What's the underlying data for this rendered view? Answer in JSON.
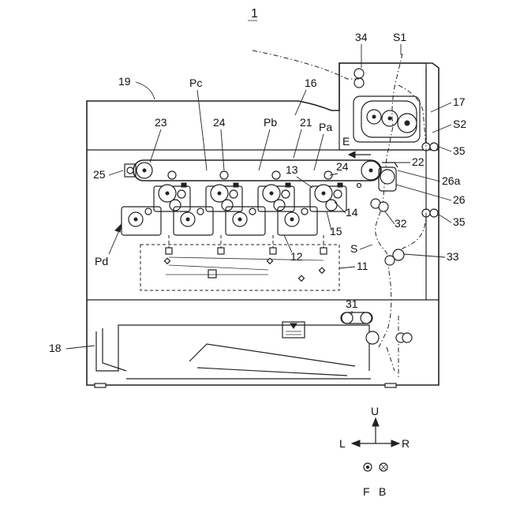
{
  "figure": {
    "number": "1"
  },
  "labels": {
    "l34": "34",
    "lS1": "S1",
    "l19": "19",
    "lPc": "Pc",
    "l16": "16",
    "l17": "17",
    "lS2": "S2",
    "l23": "23",
    "l24a": "24",
    "lPb": "Pb",
    "l21": "21",
    "lPa": "Pa",
    "lE": "E",
    "l35a": "35",
    "l25": "25",
    "l13": "13",
    "l24b": "24",
    "l22": "22",
    "l26a": "26a",
    "l26": "26",
    "l14": "14",
    "l32": "32",
    "l35b": "35",
    "l15": "15",
    "lPd": "Pd",
    "l12": "12",
    "lS": "S",
    "l11": "11",
    "l33": "33",
    "l31": "31",
    "l18": "18"
  },
  "compass": {
    "up": "U",
    "left": "L",
    "right": "R",
    "front": "F",
    "back": "B"
  }
}
